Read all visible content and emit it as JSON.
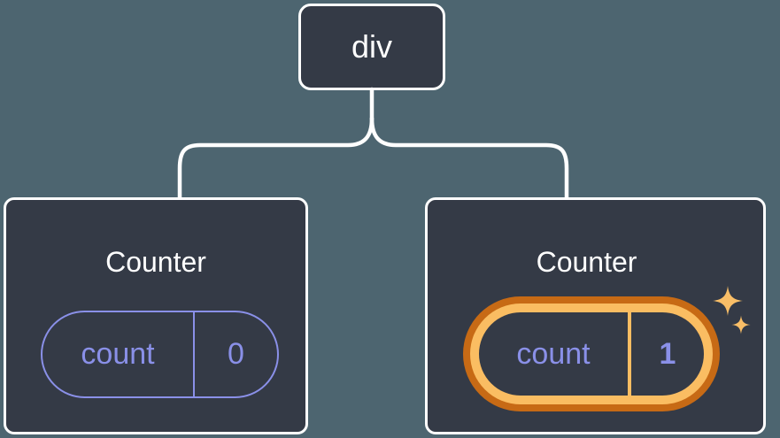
{
  "diagram": {
    "description": "React render tree with one div root and two Counter children; second Counter has updated state",
    "root": {
      "label": "div"
    },
    "children": [
      {
        "title": "Counter",
        "state": {
          "label": "count",
          "value": "0"
        },
        "highlighted": false
      },
      {
        "title": "Counter",
        "state": {
          "label": "count",
          "value": "1"
        },
        "highlighted": true
      }
    ]
  },
  "icons": {
    "sparkles": "four-point-star sparkles marking freshly updated state"
  },
  "colors": {
    "page_background": "#4D6570",
    "node_background": "#343A46",
    "node_border": "#FFFFFF",
    "connector": "#FFFFFF",
    "text_primary": "#FFFFFF",
    "state_accent_purple": "#8A90E8",
    "highlight_ring_outer": "#C76A15",
    "highlight_ring_inner": "#FABD62",
    "sparkle": "#F9BE67"
  }
}
